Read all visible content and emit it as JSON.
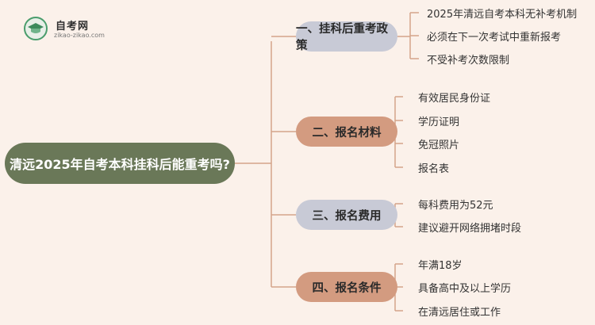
{
  "logo": {
    "title": "自考网",
    "subtitle": "zikao-zikao.com"
  },
  "root": {
    "label": "清远2025年自考本科挂科后能重考吗?"
  },
  "branches": [
    {
      "label": "一、挂科后重考政策",
      "leaves": [
        "2025年清远自考本科无补考机制",
        "必须在下一次考试中重新报考",
        "不受补考次数限制"
      ]
    },
    {
      "label": "二、报名材料",
      "leaves": [
        "有效居民身份证",
        "学历证明",
        "免冠照片",
        "报名表"
      ]
    },
    {
      "label": "三、报名费用",
      "leaves": [
        "每科费用为52元",
        "建议避开网络拥堵时段"
      ]
    },
    {
      "label": "四、报名条件",
      "leaves": [
        "年满18岁",
        "具备高中及以上学历",
        "在清远居住或工作"
      ]
    }
  ],
  "colors": {
    "background": "#fbf1ea",
    "root": "#6a7858",
    "branch_gray": "#c8cad6",
    "branch_orange": "#d39b80",
    "connector": "#d4a48a"
  }
}
